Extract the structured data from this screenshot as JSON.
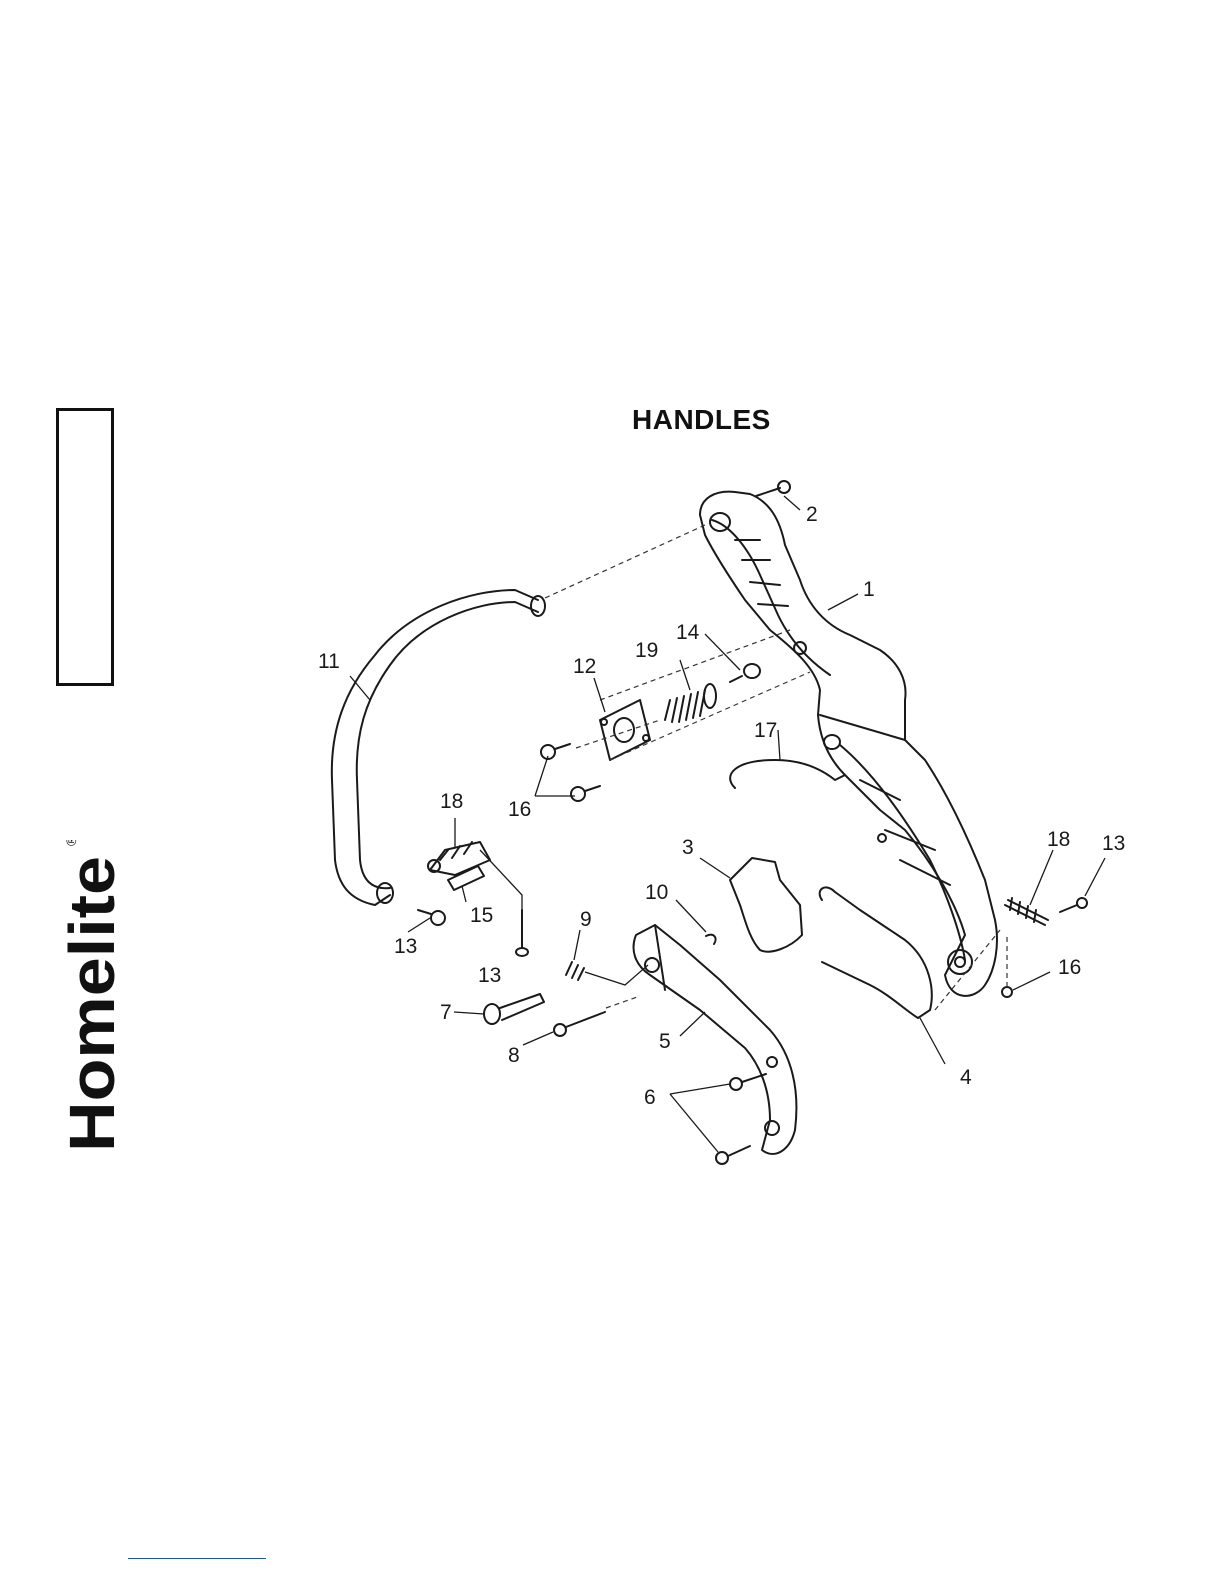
{
  "title": "HANDLES",
  "brand": {
    "name": "Homelite",
    "mark": "®"
  },
  "colors": {
    "ink": "#1a1a1a",
    "paper": "#ffffff",
    "link_rule": "#1b4fb0"
  },
  "callouts": [
    "1",
    "2",
    "3",
    "4",
    "5",
    "6",
    "7",
    "8",
    "9",
    "10",
    "11",
    "12",
    "13",
    "13",
    "13",
    "14",
    "15",
    "16",
    "16",
    "17",
    "18",
    "18",
    "19"
  ]
}
